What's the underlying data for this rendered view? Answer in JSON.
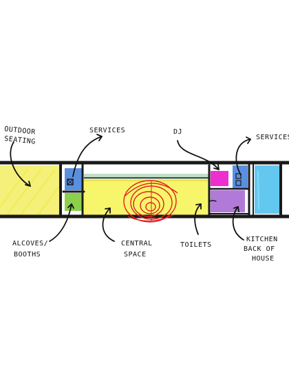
{
  "labels": {
    "outdoor_seating_1": "OUTDOOR",
    "outdoor_seating_2": "SEATING",
    "services_left": "SERVICES",
    "dj": "DJ",
    "services_right": "SERVICES",
    "alcoves_1": "ALCOVES/",
    "alcoves_2": "BOOTHS",
    "central_1": "CENTRAL",
    "central_2": "SPACE",
    "toilets": "TOILETS",
    "kitchen_1": "KITCHEN",
    "kitchen_2": "BACK OF",
    "kitchen_3": "HOUSE"
  },
  "colors": {
    "wall": "#1a1a1a",
    "outdoor_yellow": "#f4f07a",
    "central_yellow": "#f7f56a",
    "alcove_green": "#8ccf4a",
    "services_blue": "#5a8fe0",
    "dj_magenta": "#ee2fd0",
    "toilets_purple": "#b27ad8",
    "kitchen_cyan": "#62c8f0",
    "dancefloor_red": "#e02020"
  }
}
